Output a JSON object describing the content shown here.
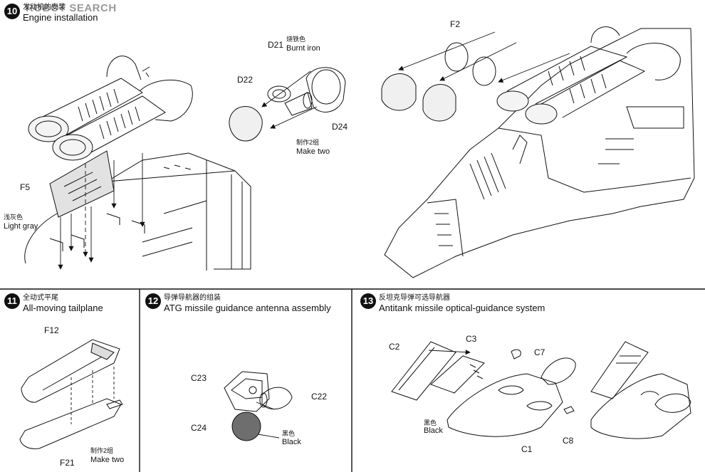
{
  "watermark": "ROBOT SEARCH",
  "steps": [
    {
      "number": "10",
      "title_cn": "发动机的安装",
      "title_en": "Engine installation"
    },
    {
      "number": "11",
      "title_cn": "全动式平尾",
      "title_en": "All-moving tailplane"
    },
    {
      "number": "12",
      "title_cn": "导弹导航器的组装",
      "title_en": "ATG missile guidance antenna assembly"
    },
    {
      "number": "13",
      "title_cn": "反坦克导弹可选导航器",
      "title_en": "Antitank missile optical-guidance system"
    }
  ],
  "step10": {
    "parts": {
      "f5": "F5",
      "d22": "D22",
      "d21": "D21",
      "d24": "D24",
      "f2": "F2"
    },
    "burnt_iron_cn": "烧铁色",
    "burnt_iron_en": "Burnt iron",
    "make_two_cn": "制作2组",
    "make_two_en": "Make two",
    "light_gray_cn": "浅灰色",
    "light_gray_en": "Light gray"
  },
  "step11": {
    "parts": {
      "f12": "F12",
      "f21": "F21"
    },
    "make_two_cn": "制作2组",
    "make_two_en": "Make two"
  },
  "step12": {
    "parts": {
      "c23": "C23",
      "c22": "C22",
      "c24": "C24"
    },
    "black_cn": "黑色",
    "black_en": "Black"
  },
  "step13": {
    "parts": {
      "c2": "C2",
      "c3": "C3",
      "c7": "C7",
      "c1": "C1",
      "c8": "C8"
    },
    "black_cn": "黑色",
    "black_en": "Black"
  },
  "colors": {
    "ink": "#111111",
    "gray_fill": "#dcdcdc",
    "black_fill": "#6e6e6e",
    "watermark": "#9a9a9a"
  }
}
